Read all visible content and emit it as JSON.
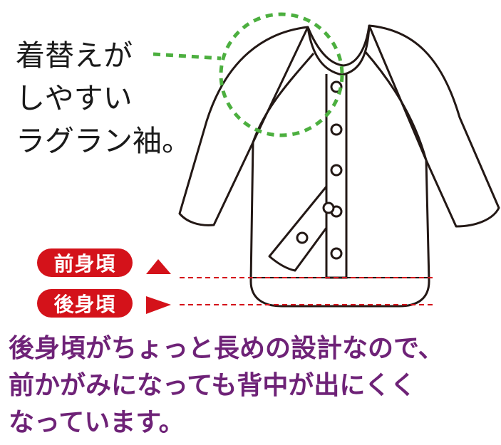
{
  "callout": {
    "lines": [
      "着替えが",
      "しやすい",
      "ラグラン袖。"
    ]
  },
  "labels": {
    "front": "前身頃",
    "back": "後身頃"
  },
  "note": {
    "lines": [
      "後身頃がちょっと長めの設計なので、",
      "前かがみになっても背中が出にくく",
      "なっています。"
    ]
  },
  "colors": {
    "outline": "#231815",
    "dotted_circle": "#4caf3f",
    "label_bg": "#d4121a",
    "guide_line": "#d4121a",
    "note_text": "#6e2277"
  }
}
